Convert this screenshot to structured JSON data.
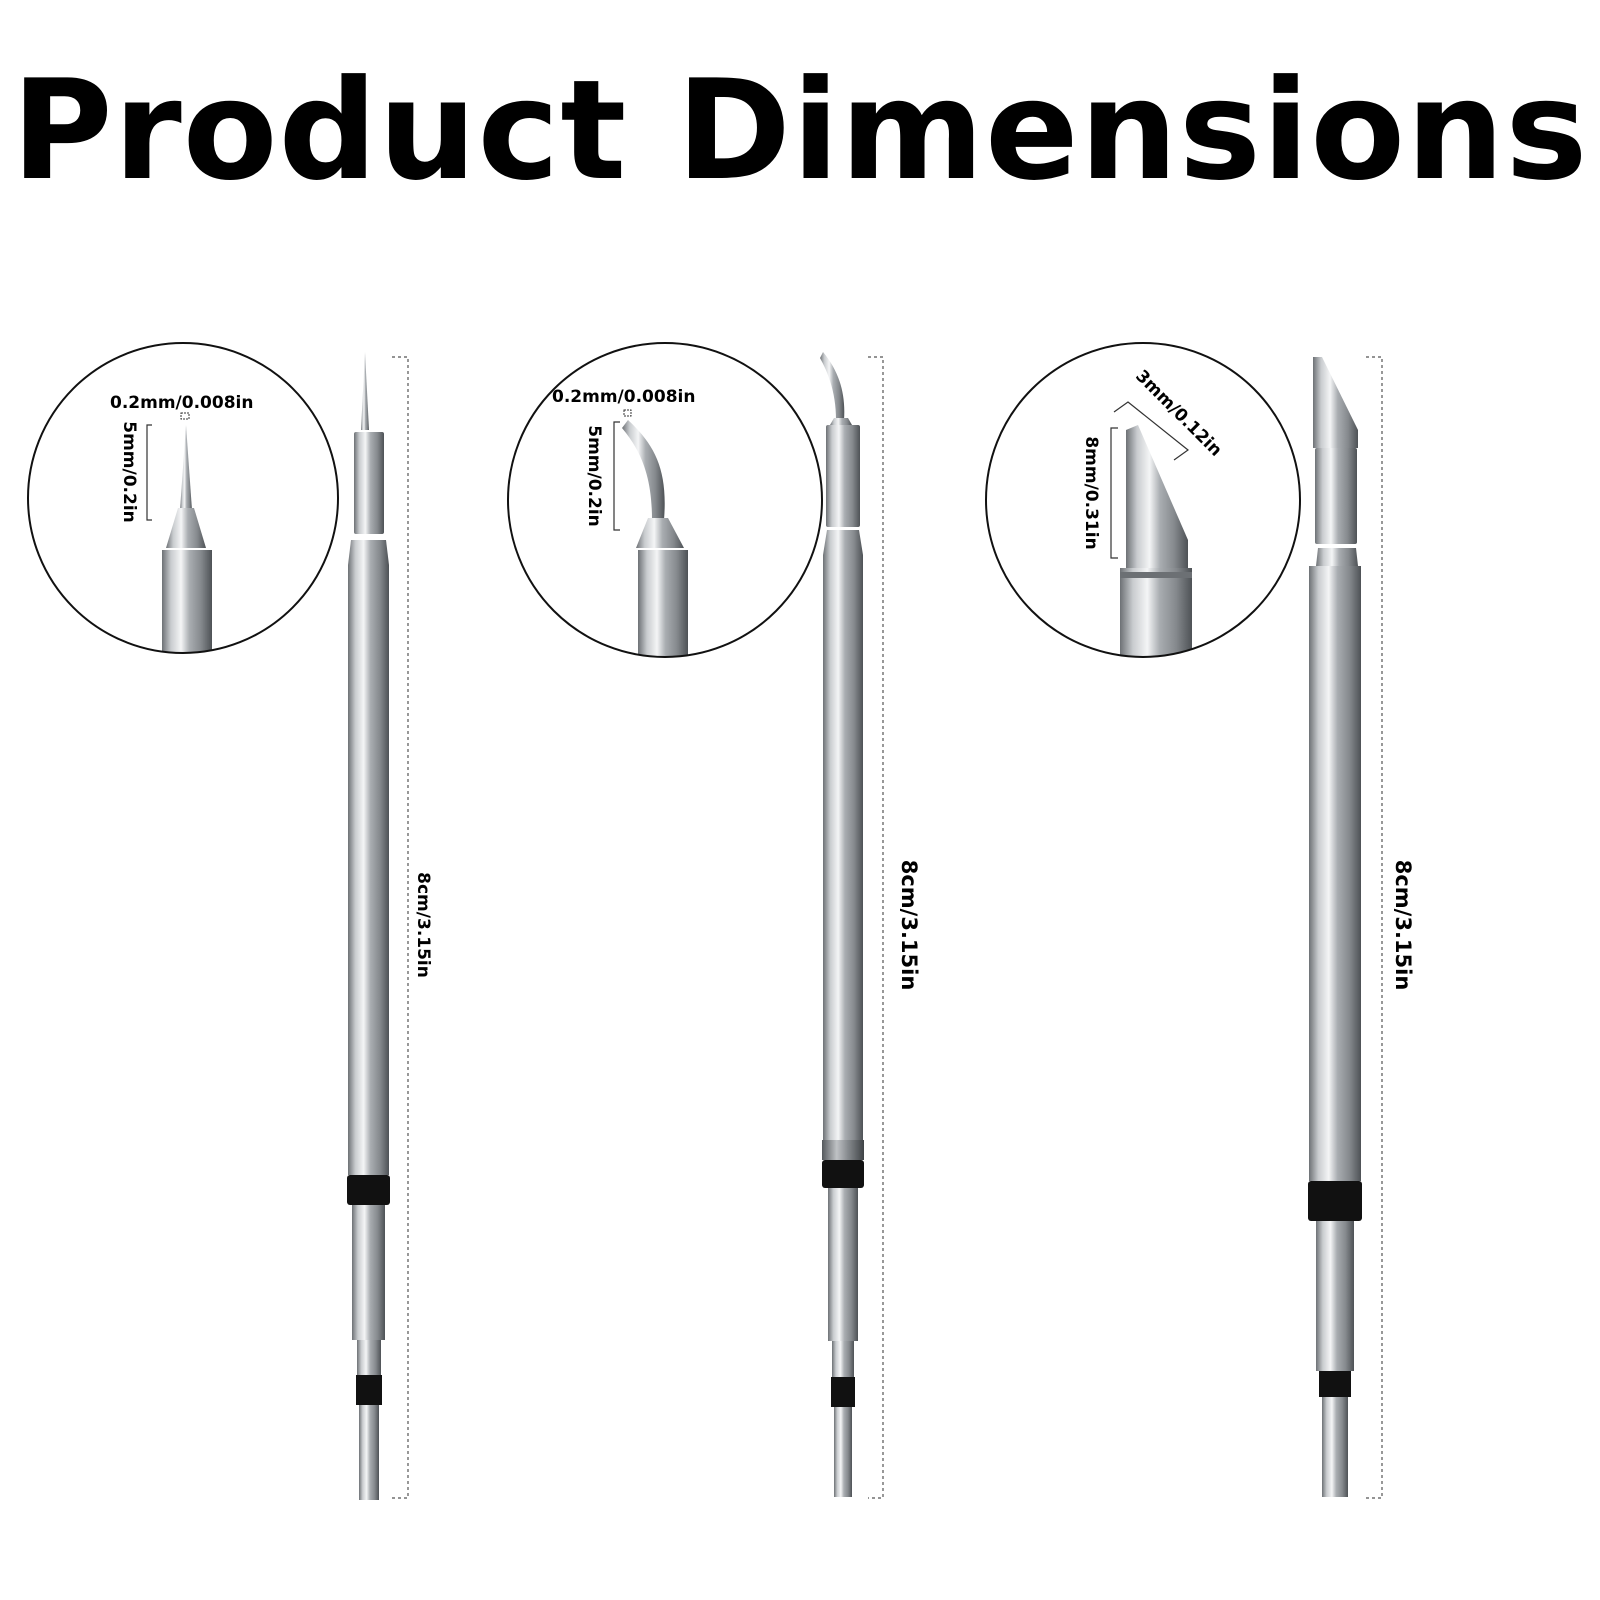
{
  "title": "Product Dimensions",
  "colors": {
    "background": "#ffffff",
    "metal": "#b9bcbf",
    "band": "#111111"
  },
  "tips": [
    {
      "name": "fine-conical-tip",
      "length_label": "8cm/3.15in",
      "zoom_labels": {
        "tip_width": "0.2mm/0.008in",
        "tip_length": "5mm/0.2in"
      }
    },
    {
      "name": "bent-conical-tip",
      "length_label": "8cm/3.15in",
      "zoom_labels": {
        "tip_width": "0.2mm/0.008in",
        "tip_length": "5mm/0.2in"
      }
    },
    {
      "name": "knife-tip",
      "length_label": "8cm/3.15in",
      "zoom_labels": {
        "blade_width": "3mm/0.12in",
        "blade_length": "8mm/0.31in"
      }
    }
  ]
}
